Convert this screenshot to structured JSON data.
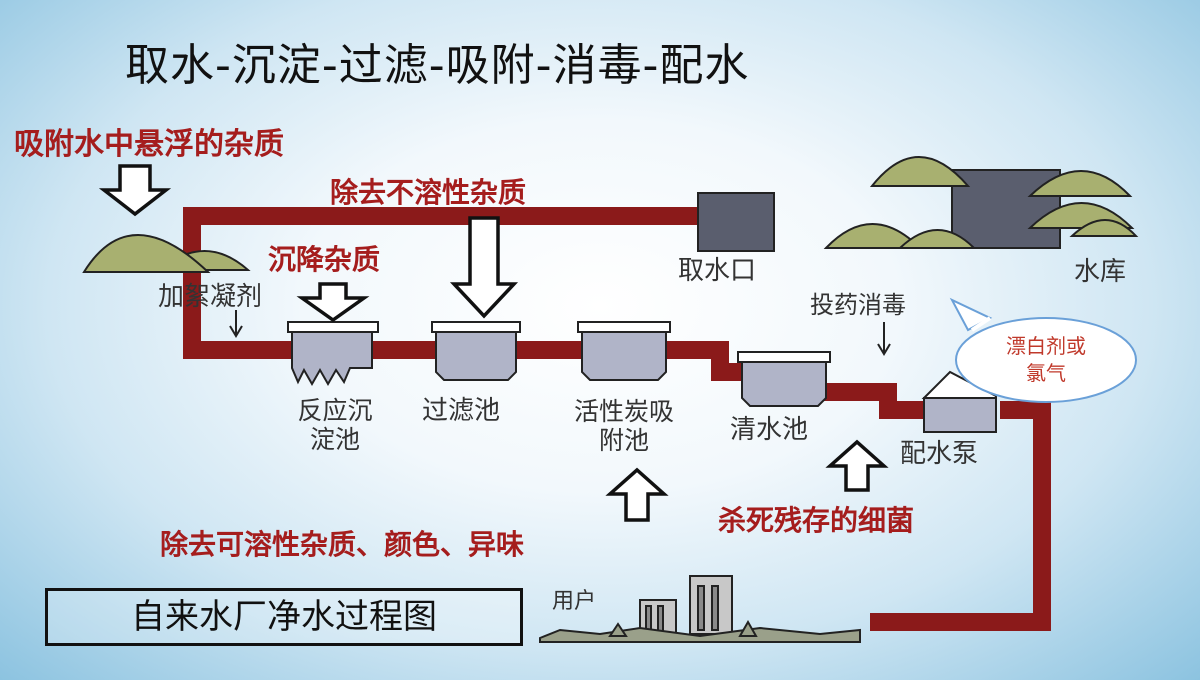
{
  "title": "取水-沉淀-过滤-吸附-消毒-配水",
  "annotations": {
    "adsorb_suspended": "吸附水中悬浮的杂质",
    "remove_insoluble": "除去不溶性杂质",
    "settle_impurities": "沉降杂质",
    "remove_soluble": "除去可溶性杂质、颜色、异味",
    "kill_bacteria": "杀死残存的细菌"
  },
  "labels": {
    "coagulant": "加絮凝剂",
    "intake": "取水口",
    "reservoir": "水库",
    "dosing": "投药消毒",
    "reaction_tank": "反应沉淀池",
    "filter_tank": "过滤池",
    "carbon_tank": "活性炭吸附池",
    "clear_tank": "清水池",
    "pump": "配水泵",
    "users": "用户"
  },
  "bubble": {
    "text": "漂白剂或氯气"
  },
  "caption": "自来水厂净水过程图",
  "colors": {
    "pipe": "#8b1a1a",
    "tank": "#b0b4c8",
    "hill": "#a8b070",
    "arrow_outline": "#111111"
  }
}
